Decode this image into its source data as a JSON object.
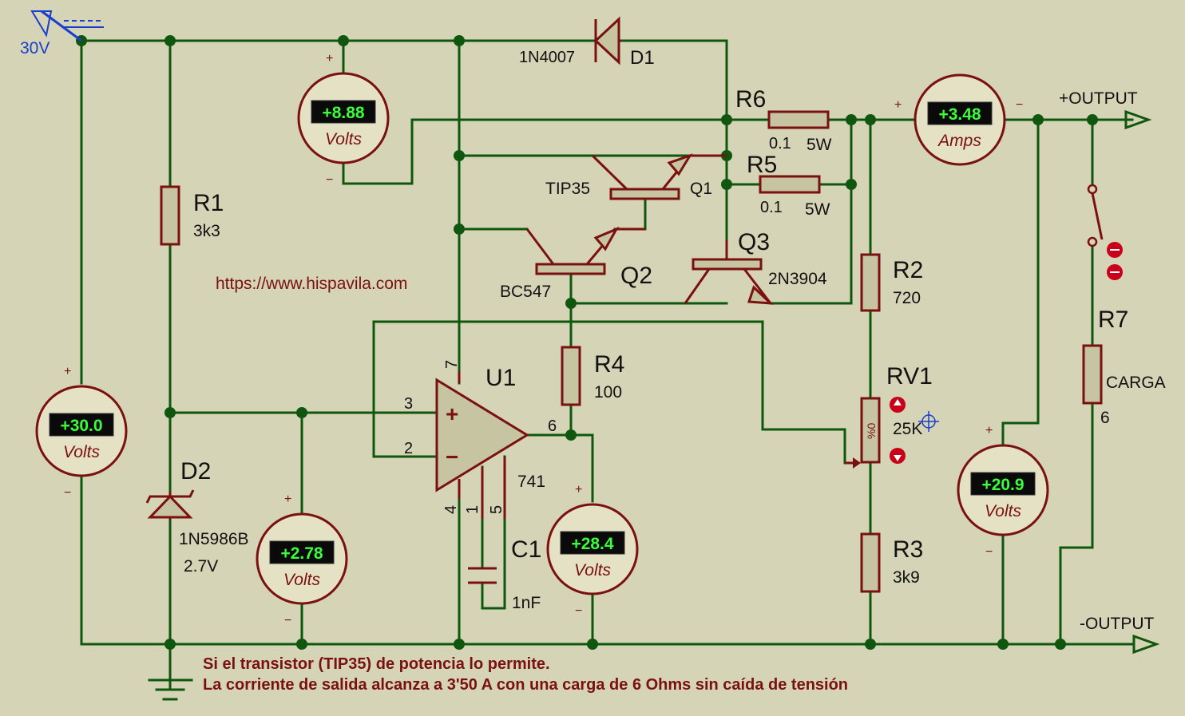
{
  "supply": {
    "label": "30V"
  },
  "components": {
    "R1": {
      "ref": "R1",
      "value": "3k3"
    },
    "R2": {
      "ref": "R2",
      "value": "720"
    },
    "R3": {
      "ref": "R3",
      "value": "3k9"
    },
    "R4": {
      "ref": "R4",
      "value": "100"
    },
    "R5": {
      "ref": "R5",
      "value": "0.1",
      "rating": "5W"
    },
    "R6": {
      "ref": "R6",
      "value": "0.1",
      "rating": "5W"
    },
    "R7": {
      "ref": "R7",
      "value": "CARGA",
      "extra": "6"
    },
    "RV1": {
      "ref": "RV1",
      "value": "25K",
      "setting": "%0"
    },
    "D1": {
      "ref": "D1",
      "part": "1N4007"
    },
    "D2": {
      "ref": "D2",
      "part": "1N5986B",
      "voltage": "2.7V"
    },
    "Q1": {
      "ref": "Q1",
      "part": "TIP35"
    },
    "Q2": {
      "ref": "Q2",
      "part": "BC547"
    },
    "Q3": {
      "ref": "Q3",
      "part": "2N3904"
    },
    "U1": {
      "ref": "U1",
      "part": "741",
      "pins": {
        "p7": "7",
        "p3": "3",
        "p2": "2",
        "p6": "6",
        "p4": "4",
        "p1": "1",
        "p5": "5"
      }
    },
    "C1": {
      "ref": "C1",
      "value": "1nF"
    }
  },
  "meters": [
    {
      "value": "+8.88",
      "unit": "Volts"
    },
    {
      "value": "+30.0",
      "unit": "Volts"
    },
    {
      "value": "+2.78",
      "unit": "Volts"
    },
    {
      "value": "+28.4",
      "unit": "Volts"
    },
    {
      "value": "+3.48",
      "unit": "Amps"
    },
    {
      "value": "+20.9",
      "unit": "Volts"
    }
  ],
  "terminals": {
    "pos": "+OUTPUT",
    "neg": "-OUTPUT"
  },
  "website": "https://www.hispavila.com",
  "notes": {
    "line1": "Si el transistor (TIP35) de potencia lo permite.",
    "line2": "La corriente de salida alcanza a 3'50 A con una carga de 6 Ohms sin caída de tensión"
  },
  "signs": {
    "plus": "+",
    "minus": "−"
  },
  "colors": {
    "background": "#d6d4b6",
    "wire": "#0f570f",
    "component": "#7a1010",
    "display": "#39ff39",
    "supply_label": "#1a3fcc"
  }
}
